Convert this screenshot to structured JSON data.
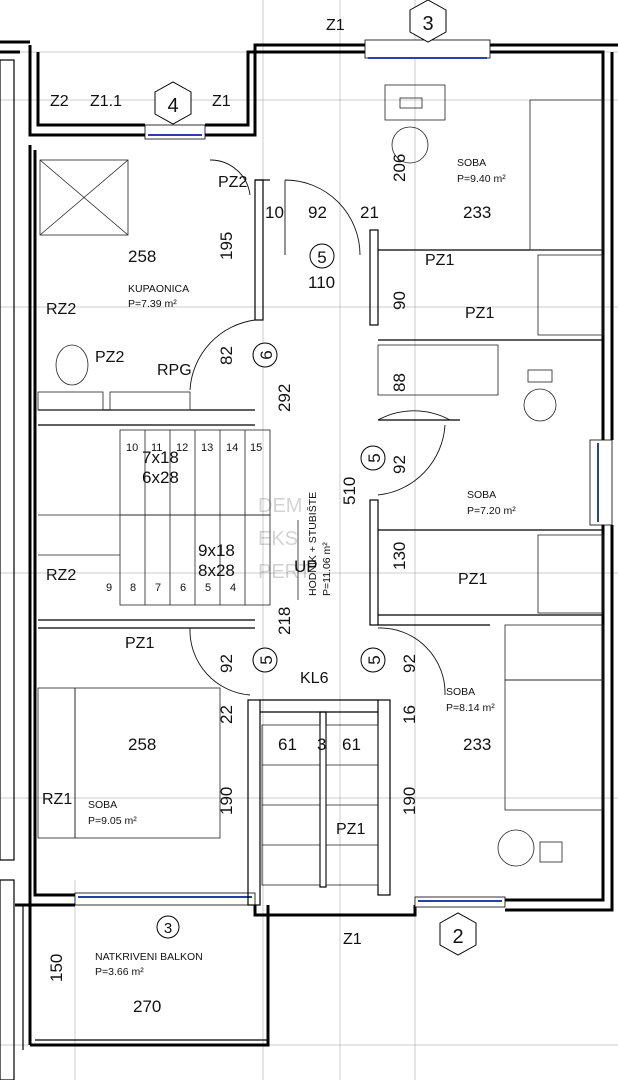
{
  "axis_markers": {
    "top": "3",
    "left": "4",
    "bottom_left": "3",
    "bottom_right": "2"
  },
  "wall_labels": {
    "z1_top": "Z1",
    "z2_left": "Z2",
    "z1_1": "Z1.1",
    "z1_left": "Z1",
    "rz2_upper": "RZ2",
    "rz2_lower": "RZ2",
    "rz1": "RZ1",
    "z1_bottom": "Z1"
  },
  "door_labels": {
    "pz2_bath": "PZ2",
    "pz2_wc": "PZ2",
    "rpg": "RPG",
    "pz1_soba1": "PZ1",
    "pz1_soba1b": "PZ1",
    "pz1_soba2": "PZ1",
    "pz1_stair": "PZ1",
    "pz1_closet": "PZ1",
    "kl6": "KL6"
  },
  "door_numbers": {
    "d5a": "5",
    "d6": "6",
    "d5b": "5",
    "d5c": "5",
    "d5d": "5"
  },
  "rooms": [
    {
      "name": "KUPAONICA",
      "area": "P=7.39 m²"
    },
    {
      "name": "SOBA",
      "area": "P=9.40 m²"
    },
    {
      "name": "SOBA",
      "area": "P=7.20 m²"
    },
    {
      "name": "SOBA",
      "area": "P=8.14 m²"
    },
    {
      "name": "SOBA",
      "area": "P=9.05 m²"
    },
    {
      "name": "HODNIK + STUBIŠTE",
      "area": "P=11.06 m²"
    },
    {
      "name": "NATKRIVENI BALKON",
      "area": "P=3.66 m²"
    }
  ],
  "dimensions": {
    "d206": "206",
    "d233a": "233",
    "d10": "10",
    "d92a": "92",
    "d21": "21",
    "d195": "195",
    "d258a": "258",
    "d110": "110",
    "d90": "90",
    "d82": "82",
    "d292": "292",
    "d88": "88",
    "d92b": "92",
    "d510": "510",
    "d130": "130",
    "d218": "218",
    "d92c": "92",
    "d92d": "92",
    "d22": "22",
    "d16": "16",
    "d258b": "258",
    "d233b": "233",
    "d61a": "61",
    "d3": "3",
    "d61b": "61",
    "d190a": "190",
    "d190b": "190",
    "d150": "150",
    "d270": "270"
  },
  "stairs": {
    "upper_steps": [
      "10",
      "11",
      "12",
      "13",
      "14",
      "15"
    ],
    "lower_steps": [
      "9",
      "8",
      "7",
      "6",
      "5",
      "4"
    ],
    "upper_formula": [
      "7x18",
      "6x28"
    ],
    "lower_formula": [
      "9x18",
      "8x28"
    ],
    "direction": "UP"
  },
  "watermark": [
    "DEM",
    "EKS",
    "PERT"
  ]
}
